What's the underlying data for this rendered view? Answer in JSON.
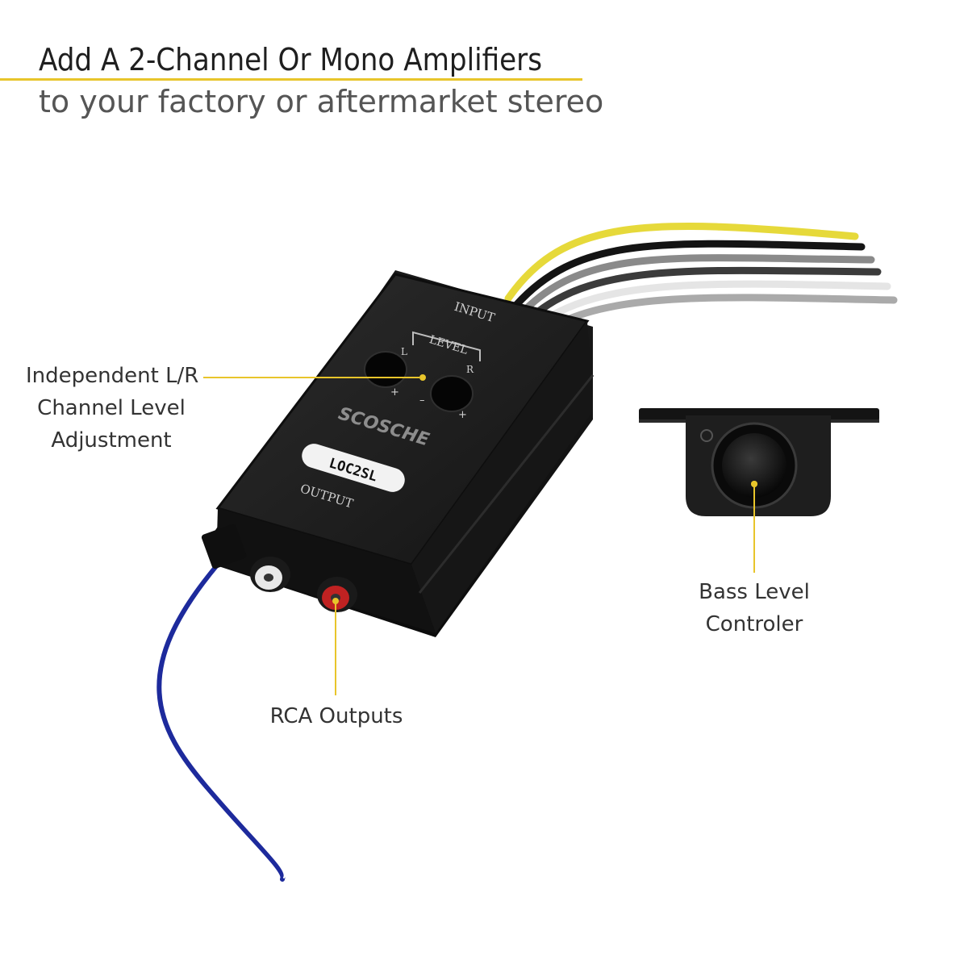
{
  "header": {
    "title": "Add A 2-Channel Or Mono Amplifiers",
    "subtitle": "to your factory or aftermarket stereo"
  },
  "device": {
    "brand": "SCOSCHE",
    "model": "LOC2SL",
    "input_label": "INPUT",
    "output_label": "OUTPUT",
    "level_label": "LEVEL",
    "left_label": "L",
    "right_label": "R",
    "plus": "+",
    "minus": "–"
  },
  "callouts": {
    "level_adjust": [
      "Independent L/R",
      "Channel Level",
      "Adjustment"
    ],
    "bass_control": [
      "Bass Level",
      "Controler"
    ],
    "rca_outputs": "RCA Outputs"
  },
  "colors": {
    "accent": "#e8c52b",
    "device_body": "#1b1b1b",
    "wire_yellow": "#e6d93a",
    "wire_blue": "#1d2a9c"
  }
}
